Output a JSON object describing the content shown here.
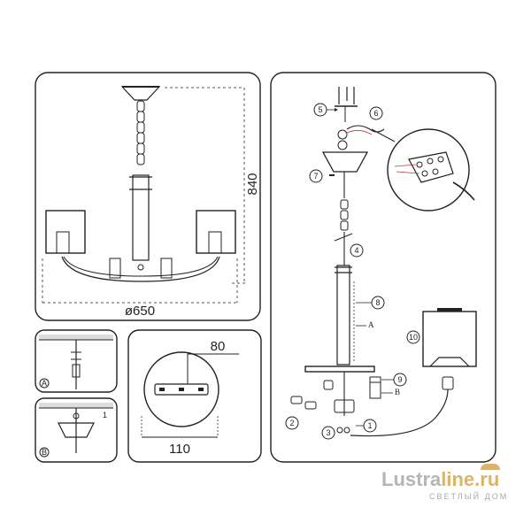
{
  "overview": {
    "height_label": "840",
    "diameter_label": "ø650"
  },
  "steps": {
    "a_label": "A",
    "b_label": "B",
    "b_mark": "1"
  },
  "mount": {
    "width_label": "80",
    "depth_label": "110"
  },
  "assembly": {
    "callouts": [
      "1",
      "2",
      "3",
      "4",
      "5",
      "6",
      "7",
      "8",
      "9",
      "10"
    ],
    "letter_a": "A",
    "letter_b": "B"
  },
  "watermark": {
    "brand_a": "Lustra",
    "brand_b": "line.ru",
    "tagline": "СВЕТЛЫЙ ДОМ"
  },
  "colors": {
    "line": "#222222",
    "dash": "#555555",
    "brand_gold": "#d9b46a",
    "brand_gray": "#b5b5b5",
    "accent_red": "#c0392b"
  }
}
